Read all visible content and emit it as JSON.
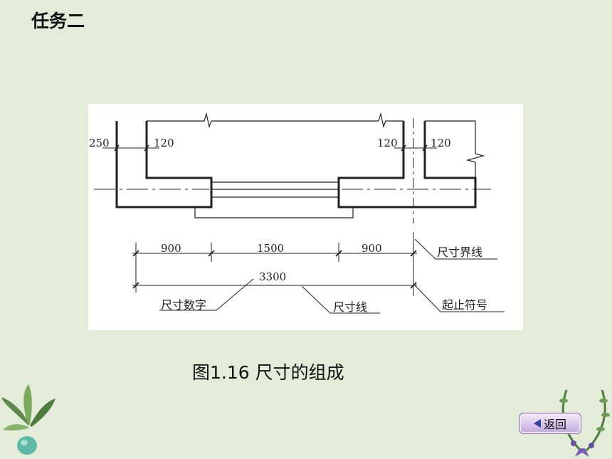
{
  "slide": {
    "title": "任务二",
    "caption": "图1.16  尺寸的组成",
    "back_button": "返回",
    "icons": [
      "plant-decoration-icon",
      "wreath-decoration-icon",
      "back-arrow-icon"
    ]
  },
  "figure": {
    "wall_thickness": {
      "left_outer": "250",
      "left_inner": "120",
      "right_inner": "120",
      "right_outer": "120"
    },
    "dimensions": [
      "900",
      "1500",
      "900"
    ],
    "total": "3300",
    "labels": {
      "extension_line": "尺寸界线",
      "dimension_text": "尺寸数字",
      "dimension_line": "尺寸线",
      "terminator": "起止符号"
    }
  }
}
